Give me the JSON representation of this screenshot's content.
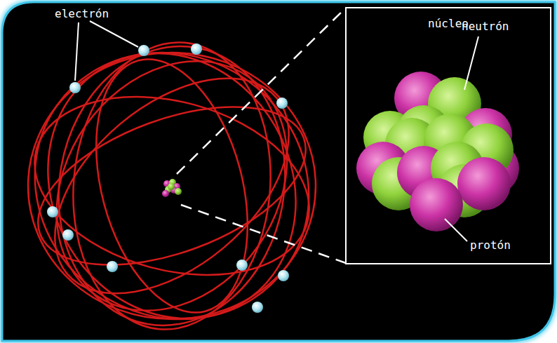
{
  "diagram": {
    "nodes": [
      {
        "text": [
          "núcleo"
        ]
      }
    ],
    "labels": [
      "electrón",
      "neutrón",
      "protón"
    ]
  }
}
